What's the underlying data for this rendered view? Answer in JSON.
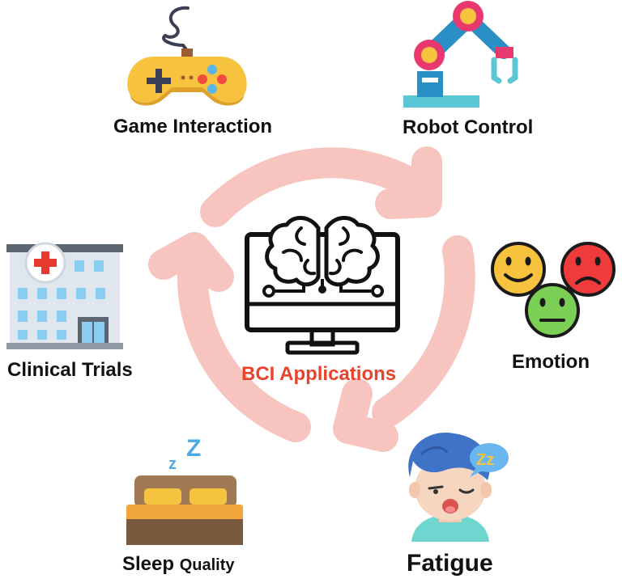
{
  "center": {
    "label": "BCI Applications"
  },
  "applications": {
    "game": "Game Interaction",
    "robot": "Robot Control",
    "clinical": "Clinical Trials",
    "emotion": "Emotion",
    "sleep_word1": "Sleep",
    "sleep_word2": "Quality",
    "fatigue": "Fatigue"
  },
  "icons": {
    "game": "gamepad-icon",
    "robot": "robot-arm-icon",
    "clinical": "hospital-icon",
    "emotion": "emotion-faces-icon",
    "sleep": "bed-icon",
    "fatigue": "sleepy-person-icon",
    "center": "brain-monitor-icon"
  },
  "snore_text": {
    "sleep_z1": "z",
    "sleep_z2": "Z",
    "fatigue_zz": "Zz"
  },
  "colors": {
    "cycle_arrows": "#f7c4bf",
    "center_label": "#e8432d",
    "label_text": "#111111"
  }
}
